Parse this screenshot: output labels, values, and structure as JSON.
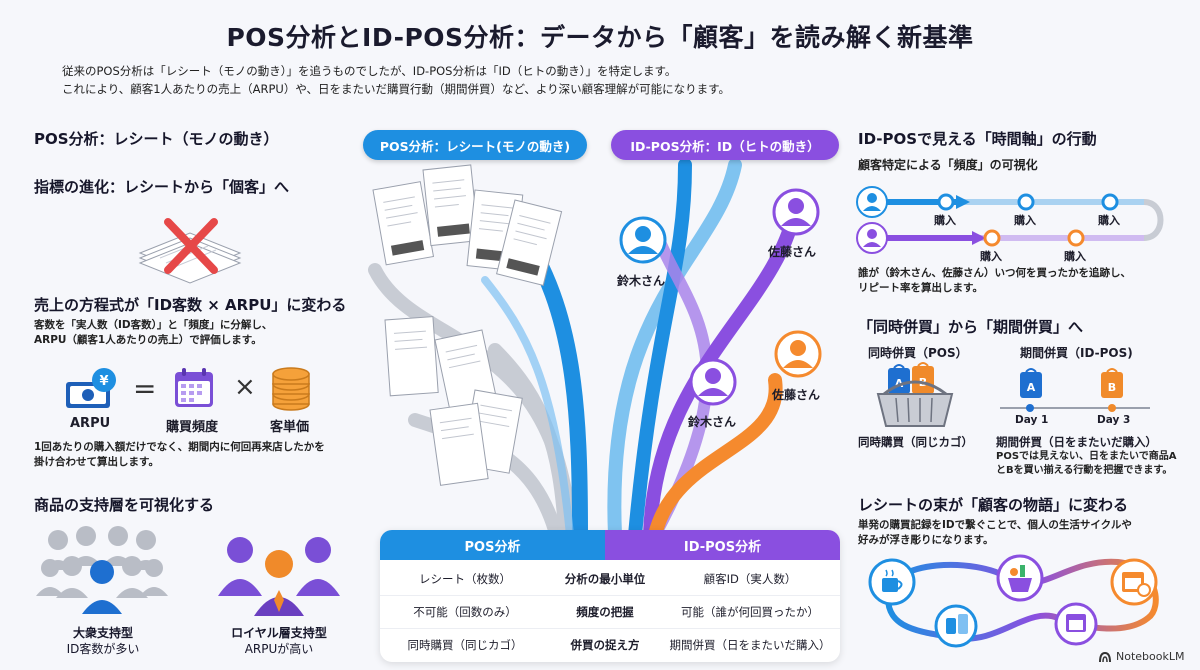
{
  "header": {
    "title": "POS分析とID-POS分析：データから「顧客」を読み解く新基準",
    "subtitle_line1": "従来のPOS分析は「レシート（モノの動き）」を追うものでしたが、ID-POS分析は「ID（ヒトの動き）」を特定します。",
    "subtitle_line2": "これにより、顧客1人あたりの売上（ARPU）や、日をまたいだ購買行動（期間併買）など、より深い顧客理解が可能になります。"
  },
  "left": {
    "pos_heading": "POS分析：レシート（モノの動き）",
    "evolution_heading": "指標の進化：レシートから「個客」へ",
    "equation_heading": "売上の方程式が「ID客数 × ARPU」に変わる",
    "equation_desc_line1": "客数を「実人数（ID客数）」と「頻度」に分解し、",
    "equation_desc_line2": "ARPU（顧客1人あたりの売上）で評価します。",
    "eq_arpu": "ARPU",
    "eq_equals": "=",
    "eq_times": "×",
    "eq_frequency": "購買頻度",
    "eq_unit_price": "客単価",
    "eq_note_line1": "1回あたりの購入額だけでなく、期間内に何回再来店したかを",
    "eq_note_line2": "掛け合わせて算出します。",
    "support_heading": "商品の支持層を可視化する",
    "mass_label": "大衆支持型",
    "mass_sub": "ID客数が多い",
    "loyal_label": "ロイヤル層支持型",
    "loyal_sub": "ARPUが高い"
  },
  "center": {
    "pos_pill": "POS分析：レシート(モノの動き)",
    "idpos_pill": "ID-POS分析：ID（ヒトの動き）",
    "person1": "鈴木さん",
    "person2": "佐藤さん",
    "person3": "鈴木さん",
    "person4": "佐藤さん",
    "table": {
      "head_pos": "POS分析",
      "head_idpos": "ID-POS分析",
      "rows": [
        {
          "pos": "レシート（枚数）",
          "metric": "分析の最小単位",
          "idpos": "顧客ID（実人数）"
        },
        {
          "pos": "不可能（回数のみ）",
          "metric": "頻度の把握",
          "idpos": "可能（誰が何回買ったか）"
        },
        {
          "pos": "同時購買（同じカゴ）",
          "metric": "併買の捉え方",
          "idpos": "期間併買（日をまたいだ購入）"
        }
      ]
    },
    "colors": {
      "pos_blue": "#1e8fe1",
      "idpos_purple": "#8a4fe0",
      "orange": "#f58a2e"
    }
  },
  "right": {
    "timeline_heading": "ID-POSで見える「時間軸」の行動",
    "timeline_sub": "顧客特定による「頻度」の可視化",
    "buy1": "購入",
    "buy2": "購入",
    "buy3": "購入",
    "buy4": "購入",
    "buy5": "購入",
    "timeline_note_line1": "誰が（鈴木さん、佐藤さん）いつ何を買ったかを追跡し、",
    "timeline_note_line2": "リピート率を算出します。",
    "basket_heading": "「同時併買」から「期間併買」へ",
    "same_title": "同時併買（POS）",
    "period_title": "期間併買（ID-POS)",
    "bag_a": "A",
    "bag_b": "B",
    "day1": "Day 1",
    "day3": "Day 3",
    "same_caption": "同時購買（同じカゴ）",
    "period_caption": "期間併買（日をまたいだ購入）",
    "period_note_line1": "POSでは見えない、日をまたいで商品A",
    "period_note_line2": "とBを買い揃える行動を把握できます。",
    "story_heading": "レシートの束が「顧客の物語」に変わる",
    "story_desc_line1": "単発の購買記録をIDで繋ぐことで、個人の生活サイクルや",
    "story_desc_line2": "好みが浮き彫りになります。"
  },
  "footer": {
    "brand": "NotebookLM"
  }
}
